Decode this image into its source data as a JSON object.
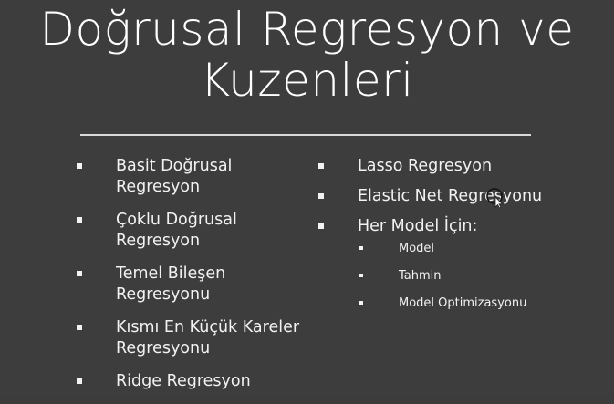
{
  "slide": {
    "title_line1": "Doğrusal Regresyon ve",
    "title_line2": "Kuzenleri",
    "left_items": [
      {
        "line1": "Basit Doğrusal",
        "line2": "Regresyon"
      },
      {
        "line1": "Çoklu Doğrusal",
        "line2": "Regresyon"
      },
      {
        "line1": "Temel Bileşen",
        "line2": "Regresyonu"
      },
      {
        "line1": "Kısmı En Küçük Kareler",
        "line2": "Regresyonu"
      },
      {
        "line1": "Ridge Regresyon",
        "line2": ""
      }
    ],
    "right_items": [
      "Lasso Regresyon",
      "Elastic Net Regresyonu",
      "Her Model İçin:"
    ],
    "sub_items": [
      "Model",
      "Tahmin",
      "Model Optimizasyonu"
    ]
  },
  "cursor": {
    "icon": "mouse-pointer-icon"
  }
}
